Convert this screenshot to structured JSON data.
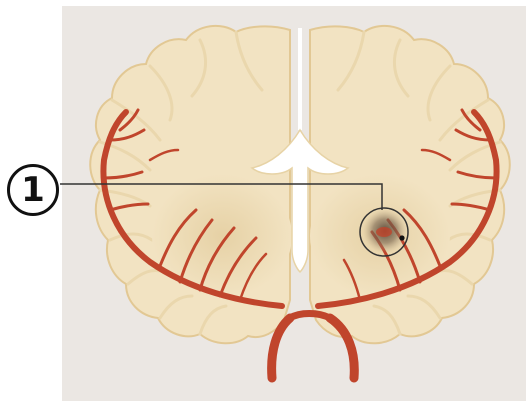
{
  "callout": {
    "label": "1"
  },
  "colors": {
    "background": "#ebe7e3",
    "white_matter": "#f2e3c2",
    "gray_matter": "#f0dcb0",
    "cortex_outline": "#e2c894",
    "artery": "#c0452c",
    "lesion": "#6d5a47",
    "leader_line": "#333333"
  },
  "icons": [
    "coronal-brain-section-illustration",
    "cerebral-artery",
    "lesion-highlight-circle"
  ]
}
